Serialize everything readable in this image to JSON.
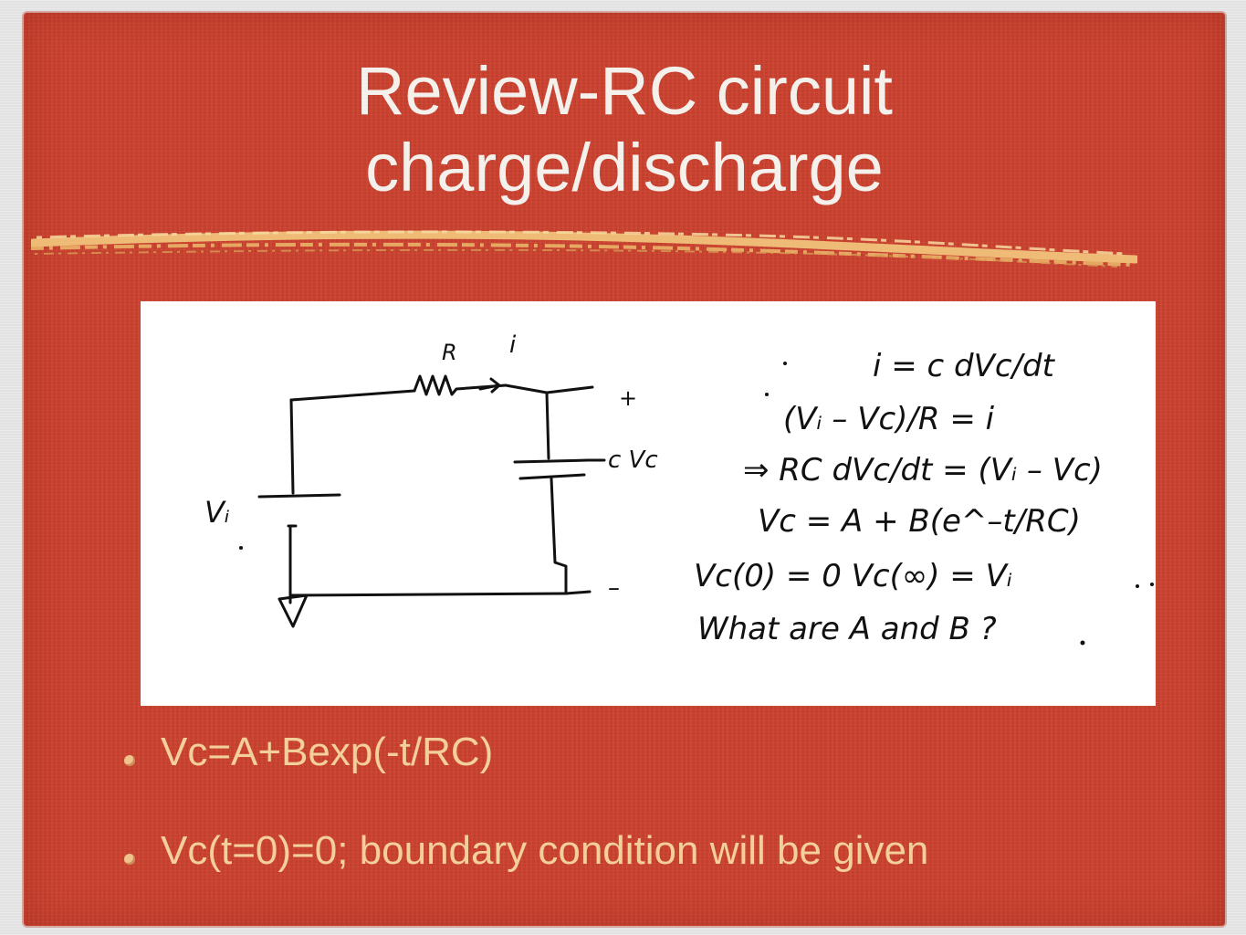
{
  "slide": {
    "title_line1": "Review-RC circuit",
    "title_line2": "charge/discharge",
    "bullets": [
      "Vc=A+Bexp(-t/RC)",
      "Vc(t=0)=0; boundary condition will be given"
    ],
    "colors": {
      "slide_background": "#cf4330",
      "title_text": "#f4f1ec",
      "bullet_text": "#f3cf9b",
      "rule_color": "#f0c27a"
    }
  },
  "figure": {
    "label_resistor": "R",
    "label_current": "i",
    "label_source": "Vᵢ",
    "label_capacitor": "c  Vc",
    "label_plus": "+",
    "label_minus": "–",
    "equations": [
      "i = c dVc/dt",
      "(Vᵢ – Vc)/R = i",
      "⇒  RC dVc/dt = (Vᵢ – Vc)",
      "Vc = A + B(e^–t/RC)",
      "Vc(0) = 0        Vc(∞) = Vᵢ",
      "What are   A and B ?"
    ]
  }
}
